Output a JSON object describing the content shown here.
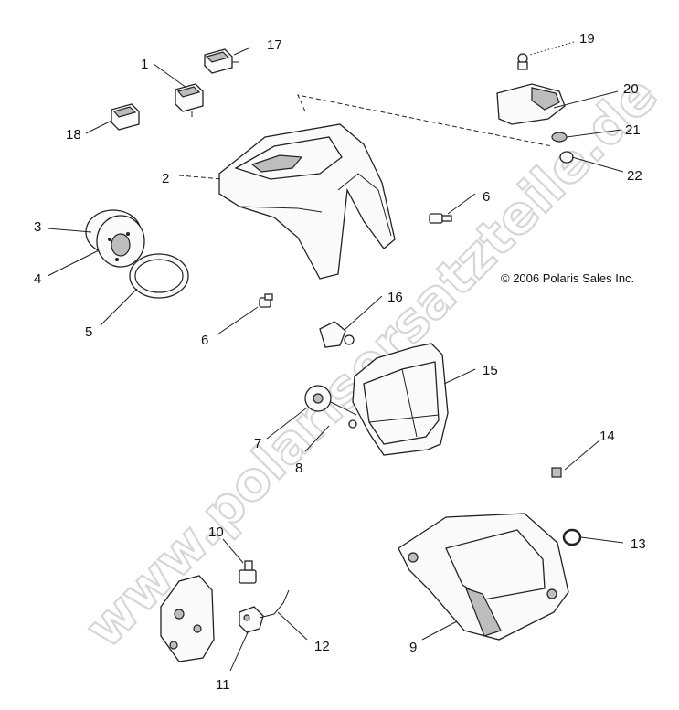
{
  "watermark": "www.polarisersatzteile.de",
  "copyright": "© 2006 Polaris Sales Inc.",
  "callouts": {
    "n1": "1",
    "n2": "2",
    "n3": "3",
    "n4": "4",
    "n5": "5",
    "n6a": "6",
    "n6b": "6",
    "n7": "7",
    "n8": "8",
    "n9": "9",
    "n10": "10",
    "n11": "11",
    "n12": "12",
    "n13": "13",
    "n14": "14",
    "n15": "15",
    "n16": "16",
    "n17": "17",
    "n18": "18",
    "n19": "19",
    "n20": "20",
    "n21": "21",
    "n22": "22"
  },
  "colors": {
    "ink": "#222222",
    "watermark_outline": "#d6d6d6",
    "background": "#ffffff"
  }
}
